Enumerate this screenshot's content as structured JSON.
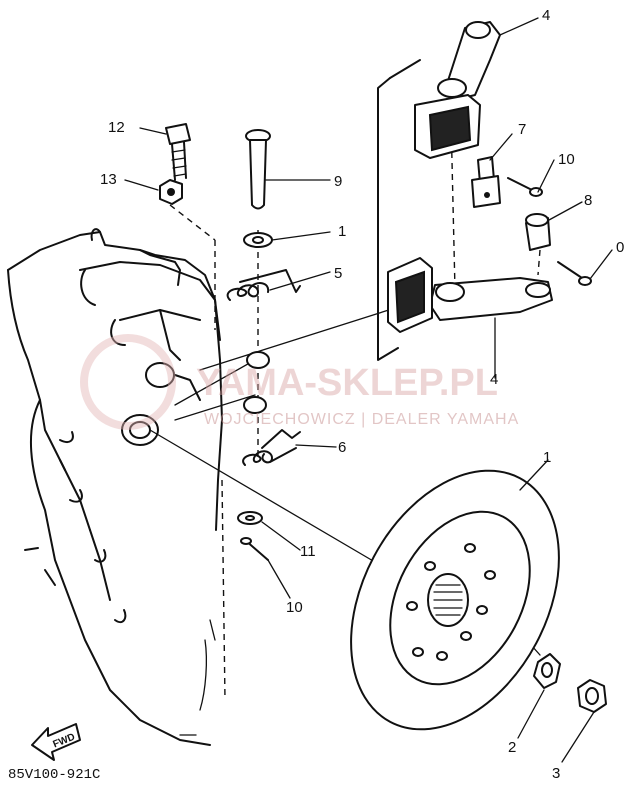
{
  "diagram": {
    "part_code": "85V100-921C",
    "fwd_label": "FWD",
    "watermark": {
      "brand": "YAMA-SKLEP.PL",
      "subtitle": "WOJCIECHOWICZ | DEALER YAMAHA",
      "color": "#d9a3a3"
    },
    "callouts": [
      {
        "id": "c4a",
        "text": "4"
      },
      {
        "id": "c12",
        "text": "12"
      },
      {
        "id": "c7",
        "text": "7"
      },
      {
        "id": "c10a",
        "text": "10"
      },
      {
        "id": "c13",
        "text": "13"
      },
      {
        "id": "c9",
        "text": "9"
      },
      {
        "id": "c8",
        "text": "8"
      },
      {
        "id": "c1a",
        "text": "1"
      },
      {
        "id": "c10b",
        "text": "0"
      },
      {
        "id": "c5",
        "text": "5"
      },
      {
        "id": "c4b",
        "text": "4"
      },
      {
        "id": "c6",
        "text": "6"
      },
      {
        "id": "c1b",
        "text": "1"
      },
      {
        "id": "c11",
        "text": "11"
      },
      {
        "id": "c10c",
        "text": "10"
      },
      {
        "id": "c2",
        "text": "2"
      },
      {
        "id": "c3",
        "text": "3"
      }
    ]
  }
}
